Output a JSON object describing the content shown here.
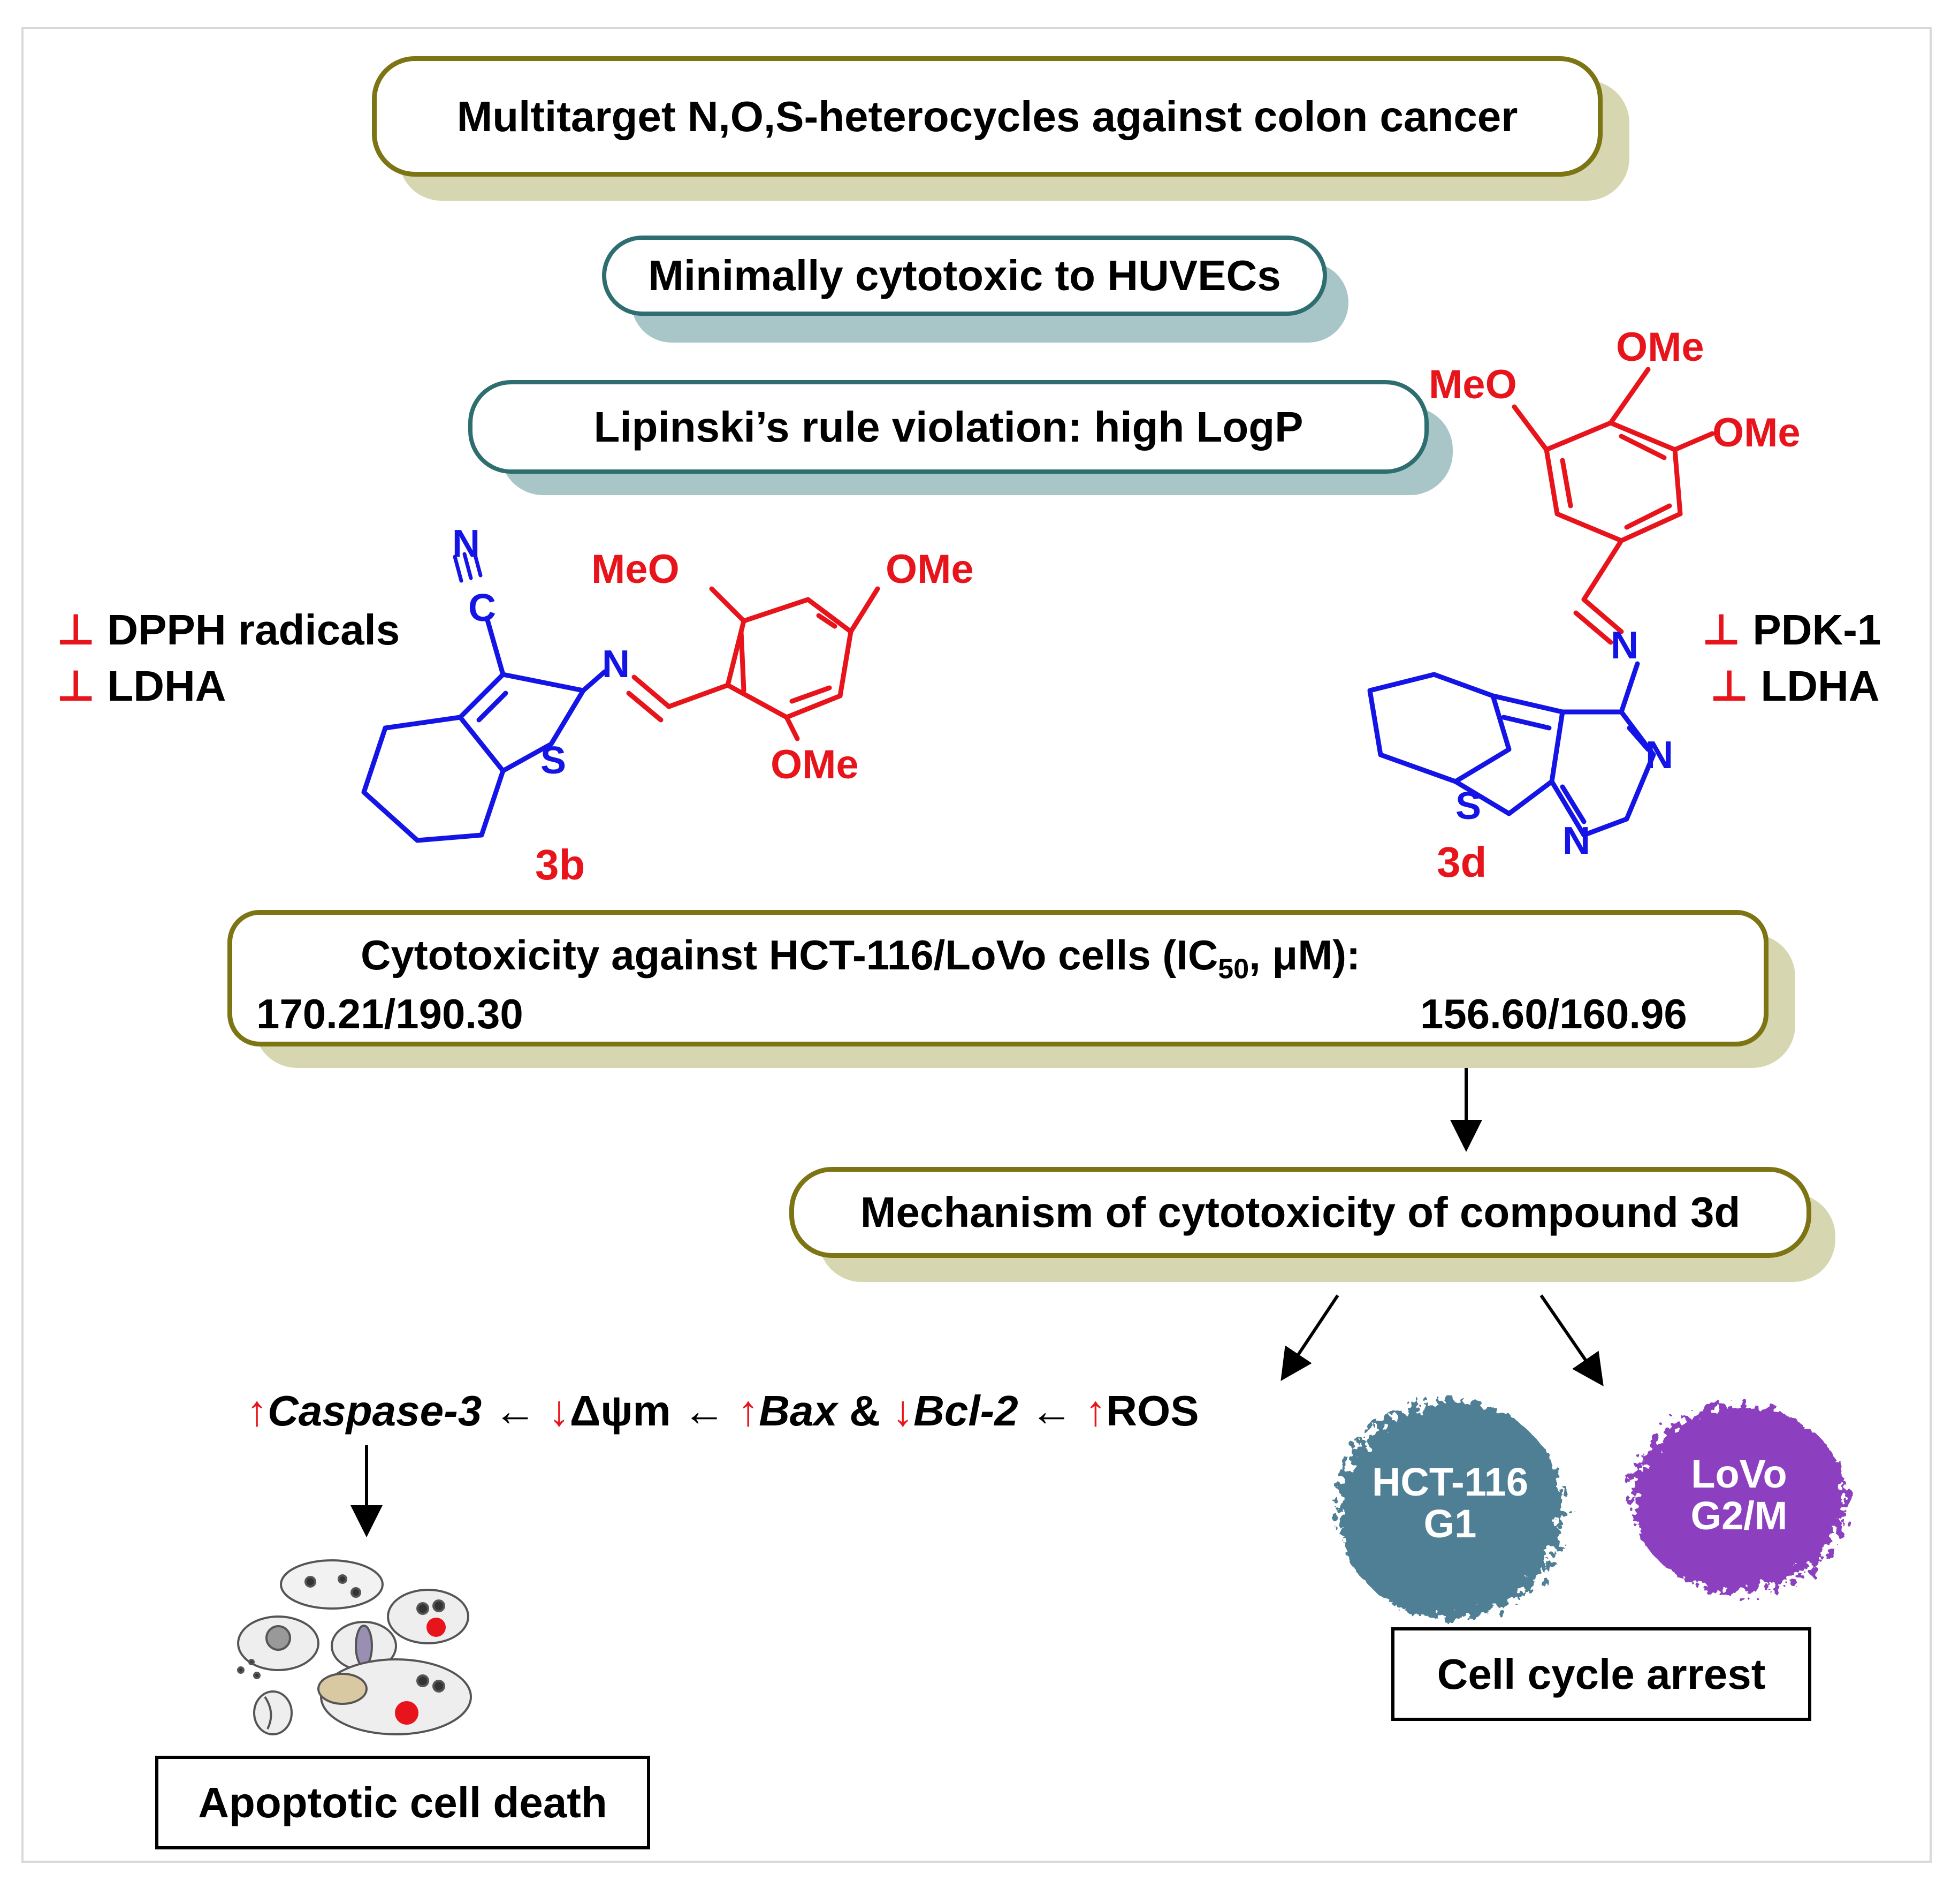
{
  "titles": {
    "main": "Multitarget N,O,S-heterocycles against colon cancer",
    "huvec": "Minimally cytotoxic to HUVECs",
    "lipinski": "Lipinski’s rule violation: high LogP"
  },
  "compound_3b": {
    "label": "3b",
    "targets": [
      "DPPH  radicals",
      "LDHA"
    ],
    "atoms": {
      "n_nitrile": "N",
      "c_nitrile": "C",
      "n_imine": "N",
      "s": "S",
      "meo_left": "MeO",
      "ome_right": "OMe",
      "ome_bottom": "OMe"
    }
  },
  "compound_3d": {
    "label": "3d",
    "targets": [
      "PDK-1",
      "LDHA"
    ],
    "atoms": {
      "ome_top": "OMe",
      "meo_left": "MeO",
      "ome_right": "OMe",
      "n_imine": "N",
      "n_ring1": "N",
      "n_ring2": "N",
      "s": "S"
    }
  },
  "inhibit_symbol": "⊥",
  "cytotoxicity": {
    "heading_pre": "Cytotoxicity against HCT-116/LoVo cells (IC",
    "heading_sub": "50",
    "heading_post": ", μM):",
    "value_3b": "170.21/190.30",
    "value_3d": "156.60/160.96"
  },
  "mechanism": {
    "title": "Mechanism of cytotoxicity of compound 3d"
  },
  "pathway": {
    "caspase_arrow": "↑",
    "caspase": "Caspase-3",
    "dpsi_arrow": "↓",
    "dpsi": "Δψm",
    "bax_arrow": "↑",
    "bax": "Bax",
    "amp": "&",
    "bcl2_arrow": "↓",
    "bcl2": "Bcl-2",
    "ros_arrow": "↑",
    "ros": "ROS",
    "left_arrow": "←"
  },
  "cells": {
    "hct_line": "HCT-116",
    "hct_phase": "G1",
    "lovo_line": "LoVo",
    "lovo_phase": "G2/M"
  },
  "outcomes": {
    "apoptosis": "Apoptotic cell death",
    "arrest": "Cell cycle arrest"
  },
  "colors": {
    "red": "#e8141b",
    "blue": "#1414e6",
    "olive": "#7d7413",
    "teal": "#2e6e70",
    "hct_cell": "#4f7f95",
    "lovo_cell": "#8c3fc0"
  }
}
